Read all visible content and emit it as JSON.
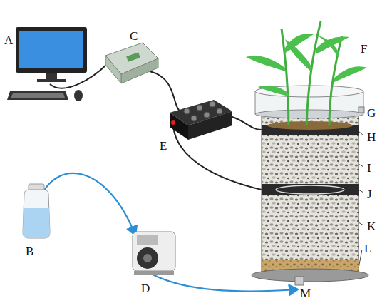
{
  "diagram": {
    "labels": [
      "A",
      "B",
      "C",
      "D",
      "E",
      "F",
      "G",
      "H",
      "I",
      "J",
      "K",
      "L",
      "M"
    ]
  }
}
